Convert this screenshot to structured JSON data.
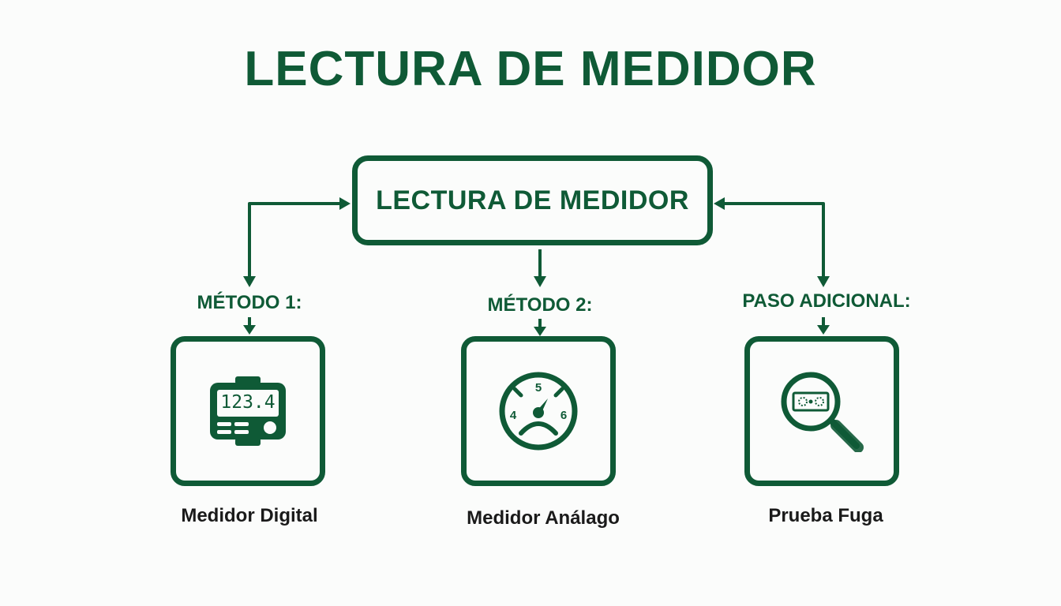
{
  "title": "LECTURA DE MEDIDOR",
  "root": {
    "label": "LECTURA DE MEDIDOR"
  },
  "branches": [
    {
      "step": "MÉTODO 1:",
      "caption": "Medidor Digital",
      "icon": "digital-meter-icon",
      "display": "123.4"
    },
    {
      "step": "MÉTODO 2:",
      "caption": "Medidor Análago",
      "icon": "analog-gauge-icon",
      "dial": [
        "5",
        "4",
        "6"
      ]
    },
    {
      "step": "PASO ADICIONAL:",
      "caption": "Prueba Fuga",
      "icon": "magnifier-meter-icon"
    }
  ],
  "colors": {
    "primary": "#0f5a36",
    "caption": "#1a1a1a",
    "background": "#fbfcfb"
  }
}
